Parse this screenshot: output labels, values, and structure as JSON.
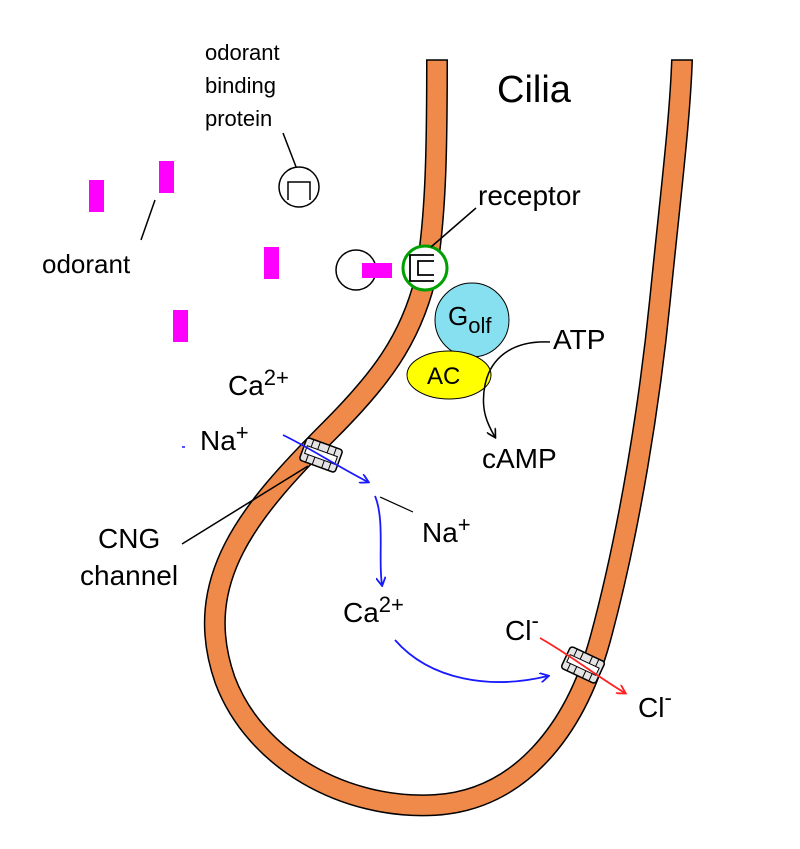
{
  "title": "Cilia",
  "labels": {
    "odorant_binding_protein": [
      "odorant",
      "binding",
      "protein"
    ],
    "odorant": "odorant",
    "receptor": "receptor",
    "golf_main": "G",
    "golf_sub": "olf",
    "ac": "AC",
    "atp": "ATP",
    "camp": "cAMP",
    "ca_left": "Ca",
    "ca_left_sup": "2+",
    "na_left": "Na",
    "na_left_sup": "+",
    "cng": [
      "CNG",
      "channel"
    ],
    "na_inner": "Na",
    "na_inner_sup": "+",
    "ca_inner": "Ca",
    "ca_inner_sup": "2+",
    "cl_top": "Cl",
    "cl_top_sup": "-",
    "cl_bottom": "Cl",
    "cl_bottom_sup": "-"
  },
  "colors": {
    "membrane_fill": "#f08a4b",
    "membrane_stroke": "#000000",
    "odorant": "#ff00ff",
    "golf": "#87e0ef",
    "ac": "#ffff00",
    "receptor_ring": "#00a000",
    "blue_arrow": "#1a1aff",
    "red_arrow": "#ff2020"
  }
}
